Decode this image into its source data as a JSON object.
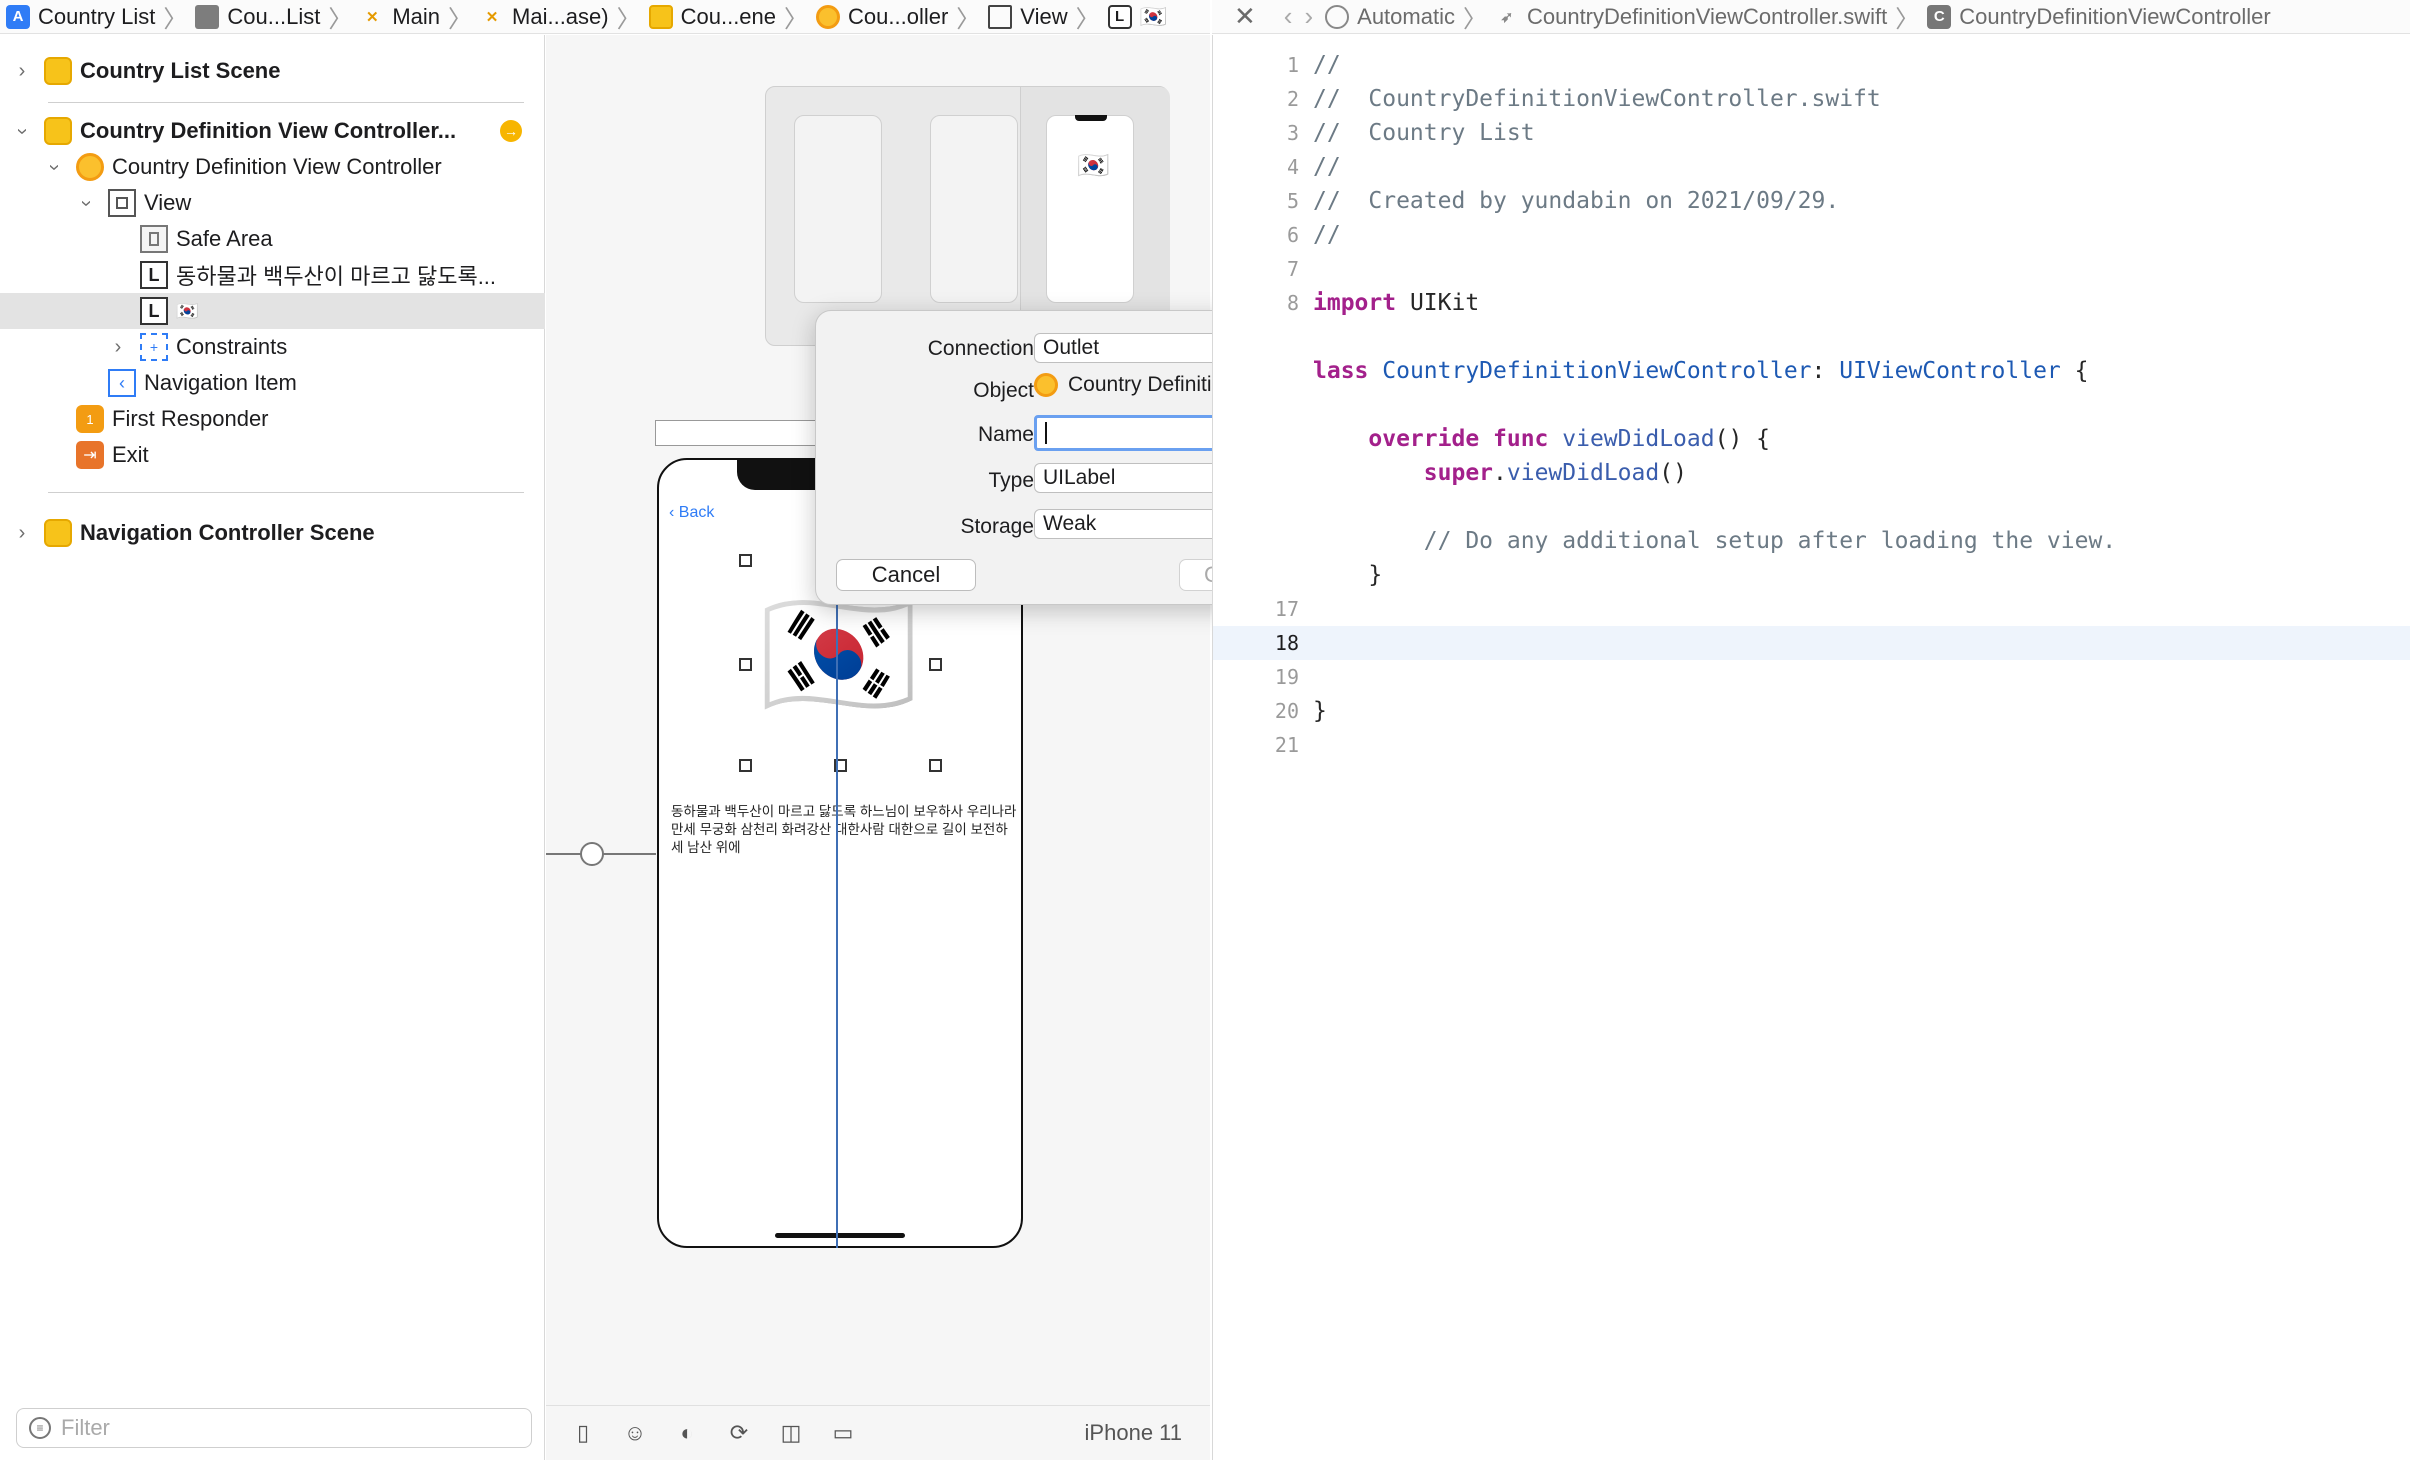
{
  "jumpbar_left": {
    "crumbs": [
      "Country List",
      "Cou...List",
      "Main",
      "Mai...ase)",
      "Cou...ene",
      "Cou...oller",
      "View",
      ""
    ]
  },
  "jumpbar_right": {
    "crumbs": [
      "Automatic",
      "CountryDefinitionViewController.swift",
      "CountryDefinitionViewController"
    ]
  },
  "outline": {
    "items": [
      {
        "label": "Country List Scene"
      },
      {
        "label": "Country Definition View Controller..."
      },
      {
        "label": "Country Definition View Controller"
      },
      {
        "label": "View"
      },
      {
        "label": "Safe Area"
      },
      {
        "label": "동하물과 백두산이 마르고 닳도록..."
      },
      {
        "label": "🇰🇷"
      },
      {
        "label": "Constraints"
      },
      {
        "label": "Navigation Item"
      },
      {
        "label": "First Responder"
      },
      {
        "label": "Exit"
      },
      {
        "label": "Navigation Controller Scene"
      }
    ],
    "filter_placeholder": "Filter"
  },
  "canvas": {
    "back_label": "Back",
    "flag": "🇰🇷",
    "anthem_text": "동하물과 백두산이 마르고 닳도록 하느님이 보우하사 우리나라만세 무궁화 삼천리 화려강산 대한사람 대한으로 길이 보전하세 남산 위에",
    "device": "iPhone 11"
  },
  "popover": {
    "connection_label": "Connection",
    "connection_value": "Outlet",
    "object_label": "Object",
    "object_value": "Country Definition Vi...",
    "name_label": "Name",
    "name_value": "",
    "type_label": "Type",
    "type_value": "UILabel",
    "storage_label": "Storage",
    "storage_value": "Weak",
    "cancel_label": "Cancel",
    "connect_label": "Connect"
  },
  "code": {
    "lines": [
      {
        "n": "1",
        "t": "//"
      },
      {
        "n": "2",
        "t": "//  CountryDefinitionViewController.swift"
      },
      {
        "n": "3",
        "t": "//  Country List"
      },
      {
        "n": "4",
        "t": "//"
      },
      {
        "n": "5",
        "t": "//  Created by yundabin on 2021/09/29."
      },
      {
        "n": "6",
        "t": "//"
      },
      {
        "n": "7",
        "t": ""
      },
      {
        "n": "8",
        "t": "import UIKit"
      },
      {
        "n": "",
        "t": "lass CountryDefinitionViewController: UIViewController {"
      },
      {
        "n": "",
        "t": "    override func viewDidLoad() {"
      },
      {
        "n": "",
        "t": "        super.viewDidLoad()"
      },
      {
        "n": "",
        "t": "        // Do any additional setup after loading the view."
      },
      {
        "n": "",
        "t": "    }"
      },
      {
        "n": "17",
        "t": ""
      },
      {
        "n": "18",
        "t": ""
      },
      {
        "n": "19",
        "t": ""
      },
      {
        "n": "20",
        "t": "}"
      },
      {
        "n": "21",
        "t": ""
      }
    ]
  },
  "colors": {
    "accent": "#2f7cf6",
    "keyword": "#a3208b",
    "type": "#1d59b3",
    "comment": "#6c7a85"
  }
}
